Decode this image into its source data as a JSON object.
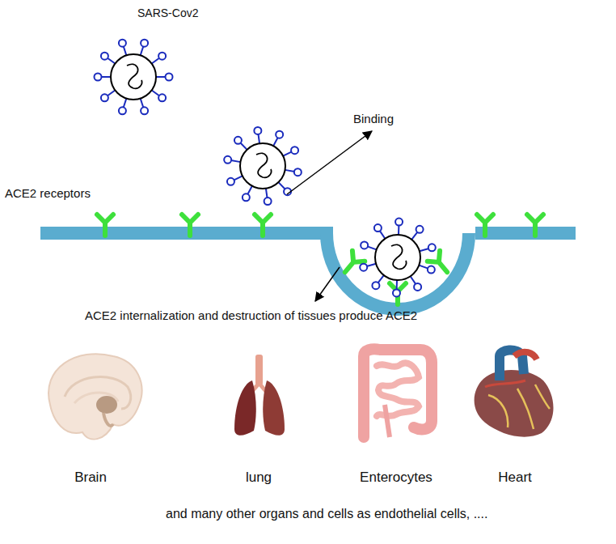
{
  "diagram": {
    "labels": [
      "SARS-Cov2",
      "Binding",
      "ACE2 receptors",
      "ACE2 internalization and destruction of tissues produce ACE2",
      "Brain",
      "lung",
      "Enterocytes",
      "Heart",
      "and many other organs and cells as endothelial cells, ...."
    ]
  }
}
